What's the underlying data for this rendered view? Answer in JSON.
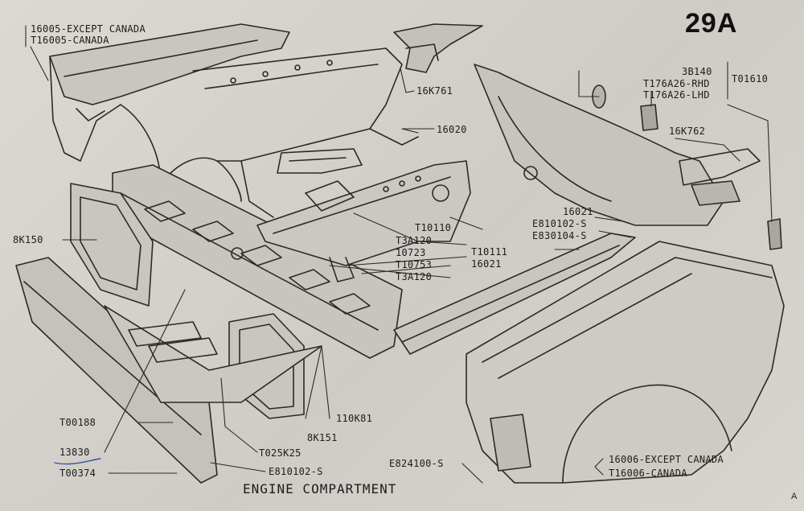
{
  "plate": {
    "number": "29A",
    "caption": "ENGINE COMPARTMENT",
    "corner_mark": "A"
  },
  "callouts": [
    {
      "id": "lh-apron-1",
      "text": "16005-EXCEPT CANADA"
    },
    {
      "id": "lh-apron-2",
      "text": "T16005-CANADA"
    },
    {
      "id": "bracket-16k761",
      "text": "16K761"
    },
    {
      "id": "dash-16020",
      "text": "16020"
    },
    {
      "id": "grp-3b140",
      "text": "3B140"
    },
    {
      "id": "grp-t176a26-rhd",
      "text": "T176A26-RHD"
    },
    {
      "id": "grp-t176a26-lhd",
      "text": "T176A26-LHD"
    },
    {
      "id": "grp-t01610",
      "text": "T01610"
    },
    {
      "id": "bracket-16k762",
      "text": "16K762"
    },
    {
      "id": "hw-16021-a",
      "text": "16021"
    },
    {
      "id": "hw-e810102-s-a",
      "text": "E810102-S"
    },
    {
      "id": "hw-e830104-s",
      "text": "E830104-S"
    },
    {
      "id": "p-t10110",
      "text": "T10110"
    },
    {
      "id": "p-t3a120-a",
      "text": "T3A120"
    },
    {
      "id": "p-10723",
      "text": "10723"
    },
    {
      "id": "p-t10753",
      "text": "T10753"
    },
    {
      "id": "p-t3a120-b",
      "text": "T3A120"
    },
    {
      "id": "p-t10111",
      "text": "T10111"
    },
    {
      "id": "p-16021-b",
      "text": "16021"
    },
    {
      "id": "p-8k150",
      "text": "8K150"
    },
    {
      "id": "p-110k81",
      "text": "110K81"
    },
    {
      "id": "p-8k151",
      "text": "8K151"
    },
    {
      "id": "p-t00188",
      "text": "T00188"
    },
    {
      "id": "p-13830",
      "text": "13830"
    },
    {
      "id": "p-t025k25",
      "text": "T025K25"
    },
    {
      "id": "p-t00374",
      "text": "T00374"
    },
    {
      "id": "p-e810102-s-b",
      "text": "E810102-S"
    },
    {
      "id": "p-e824100-s",
      "text": "E824100-S"
    },
    {
      "id": "rh-fender-1",
      "text": "16006-EXCEPT CANADA"
    },
    {
      "id": "rh-fender-2",
      "text": "T16006-CANADA"
    }
  ]
}
